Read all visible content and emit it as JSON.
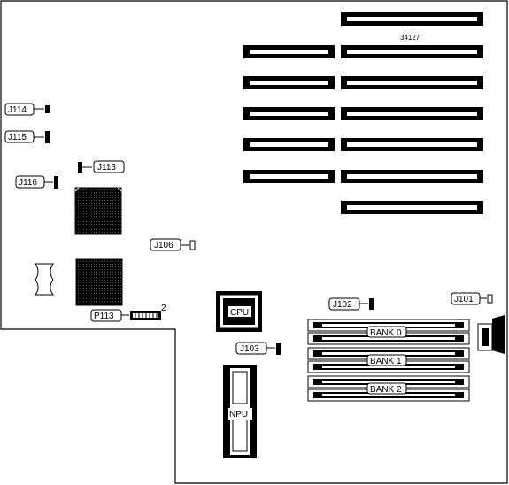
{
  "board": {
    "part_number": "34127",
    "jumpers": {
      "j114": "J114",
      "j115": "J115",
      "j113": "J113",
      "j116": "J116",
      "j106": "J106",
      "j102": "J102",
      "j101": "J101",
      "j103": "J103"
    },
    "connector_p113": "P113",
    "p113_pin_number": "2",
    "chips": {
      "cpu": "CPU",
      "npu": "NPU"
    },
    "memory_banks": {
      "bank0": "BANK 0",
      "bank1": "BANK 1",
      "bank2": "BANK 2"
    }
  }
}
